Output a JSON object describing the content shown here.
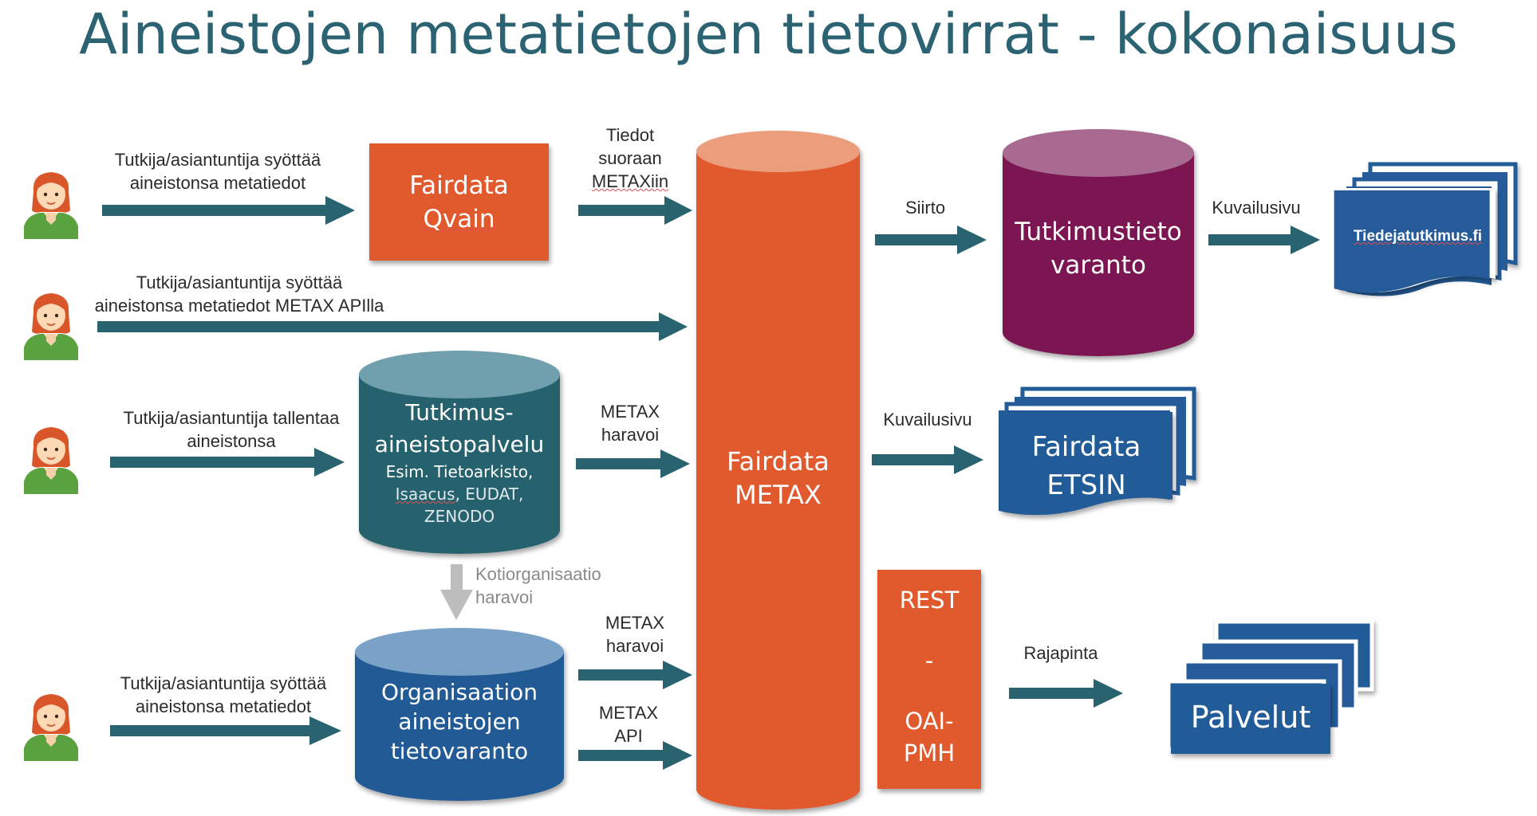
{
  "title": "Aineistojen metatietojen tietovirrat - kokonaisuus",
  "inputs": {
    "row1": [
      "Tutkija/asiantuntija syöttää",
      "aineistonsa metatiedot"
    ],
    "row2": [
      "Tutkija/asiantuntija syöttää",
      "aineistonsa metatiedot METAX APIlla"
    ],
    "row3": [
      "Tutkija/asiantuntija  tallentaa",
      "aineistonsa"
    ],
    "row4": [
      "Tutkija/asiantuntija syöttää",
      "aineistonsa metatiedot"
    ]
  },
  "qvain": [
    "Fairdata",
    "Qvain"
  ],
  "arrow_labels": {
    "direct": [
      "Tiedot",
      "suoraan",
      "METAXiin"
    ],
    "harvest1": [
      "METAX",
      "haravoi"
    ],
    "home_org": [
      "Kotiorganisaatio",
      "haravoi"
    ],
    "harvest2": [
      "METAX",
      "haravoi"
    ],
    "api": [
      "METAX",
      "API"
    ],
    "siirto": "Siirto",
    "kuvailusivu1": "Kuvailusivu",
    "kuvailusivu2": "Kuvailusivu",
    "rajapinta": "Rajapinta"
  },
  "data_service": {
    "title1": "Tutkimus-",
    "title2": "aineistopalvelu",
    "examples1": "Esim. Tietoarkisto,",
    "ex_isaacus": "Isaacus",
    "ex_rest": ", EUDAT,",
    "ex_zenodo": "ZENODO"
  },
  "org_repo": [
    "Organisaation",
    "aineistojen",
    "tietovaranto"
  ],
  "metax": [
    "Fairdata",
    "METAX"
  ],
  "rest_box": [
    "REST",
    "-",
    "OAI-",
    "PMH"
  ],
  "research_repo": [
    "Tutkimustieto",
    "varanto"
  ],
  "outputs": {
    "tiedejatutkimus": "Tiedejatutkimus.fi",
    "etsin": [
      "Fairdata",
      "ETSIN"
    ],
    "palvelut": "Palvelut"
  },
  "colors": {
    "arrow": "#2a6370",
    "orange": "#e05a2f",
    "orange_top": "#ec9e7b",
    "purple": "#7c1752",
    "purple_top": "#a86b91",
    "teal": "#25626e",
    "teal_top": "#6fa0ad",
    "blue": "#235a95",
    "blue_top": "#7aa2c7",
    "doc_blue": "#245b98",
    "gray_arrow": "#bdbdbd",
    "title": "#2c6373"
  },
  "icons": [
    "person-icon",
    "person-icon",
    "person-icon",
    "person-icon"
  ]
}
